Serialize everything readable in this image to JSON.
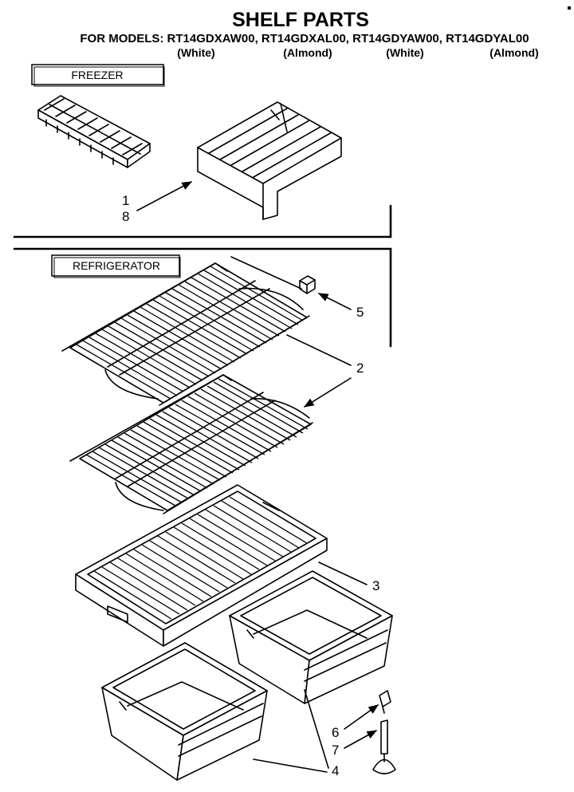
{
  "header": {
    "title": "SHELF PARTS",
    "models_line": "FOR MODELS: RT14GDXAW00, RT14GDXAL00, RT14GDYAW00, RT14GDYAL00",
    "colors": [
      "(White)",
      "(Almond)",
      "(White)",
      "(Almond)"
    ]
  },
  "sections": {
    "freezer": "FREEZER",
    "refrigerator": "REFRIGERATOR"
  },
  "callouts": {
    "c1": "1",
    "c8": "8",
    "c5": "5",
    "c2": "2",
    "c3": "3",
    "c6": "6",
    "c7": "7",
    "c4": "4"
  }
}
